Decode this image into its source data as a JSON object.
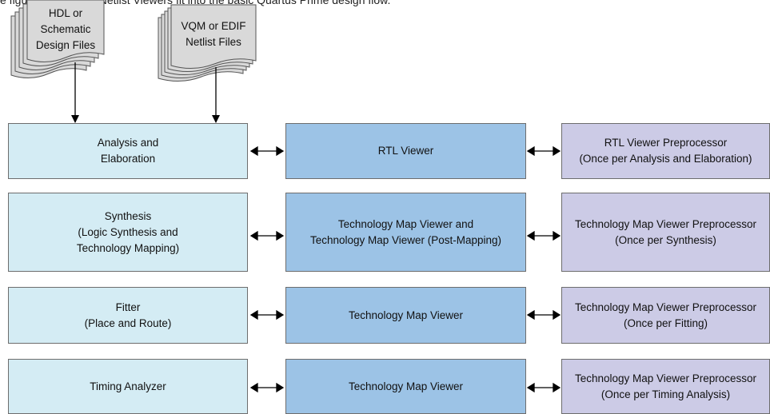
{
  "caption": "e figure shows how Netlist Viewers fit into the basic Quartus Prime design flow.",
  "inputs": [
    {
      "label": "HDL or Schematic\nDesign Files"
    },
    {
      "label": "VQM or EDIF\nNetlist Files"
    }
  ],
  "rows": [
    {
      "stage": "Analysis and\nElaboration",
      "viewer": "RTL Viewer",
      "preprocessor": "RTL Viewer Preprocessor\n(Once per Analysis and Elaboration)"
    },
    {
      "stage": "Synthesis\n(Logic Synthesis and\nTechnology Mapping)",
      "viewer": "Technology Map Viewer and\nTechnology Map Viewer (Post-Mapping)",
      "preprocessor": "Technology Map Viewer Preprocessor\n(Once per Synthesis)"
    },
    {
      "stage": "Fitter\n(Place and Route)",
      "viewer": "Technology Map Viewer",
      "preprocessor": "Technology Map Viewer Preprocessor\n(Once per Fitting)"
    },
    {
      "stage": "Timing Analyzer",
      "viewer": "Technology Map Viewer",
      "preprocessor": "Technology Map Viewer Preprocessor\n(Once per Timing Analysis)"
    }
  ],
  "colors": {
    "stage_fill": "#d4ecf4",
    "viewer_fill": "#9cc3e6",
    "preprocessor_fill": "#cccbe6",
    "document_fill": "#d9d9d9"
  }
}
